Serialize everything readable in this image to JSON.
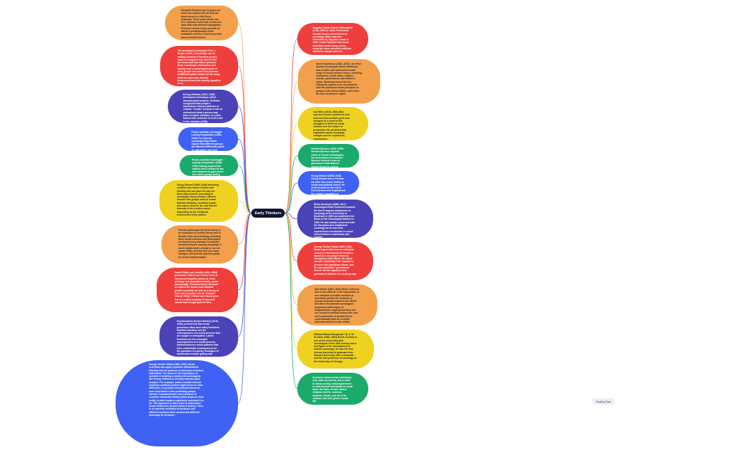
{
  "colors": {
    "orange": "#f3a04c",
    "red": "#ef3f3c",
    "indigo": "#4a43b8",
    "blue": "#3f62f5",
    "green": "#1aaa6a",
    "yellow": "#efd21f",
    "root": "#10162f",
    "floating": "#eceef3"
  },
  "root": {
    "label": "Early Thinkers"
  },
  "floating_topic": {
    "label": "Floating Topic"
  },
  "left_nodes": [
    {
      "id": "l1",
      "color": "orange",
      "text": "Elizabeth Eckford was 15 years old when she walked into her first all-black school in Little Rock, Arkansas. Three years earlier, the U.S. Supreme Court had overturned state laws that allowed segregation. Research shows it was possible to attend a predominantly white institution, and the Court found that harm persisted before."
    },
    {
      "id": "l2",
      "color": "red",
      "text": "The prominent sociologist Peter L. Berger (1929–) Knowledge can be nothing because it involves people, ways to recognize how they fit into the world and how others perceive them. Landscape, institutions and society from a sociological point of view, people see where they interact in different places based on the many different ways they classify themselves and how society classifies them."
    },
    {
      "id": "l3",
      "color": "indigo",
      "text": "Erving Goffman (1922–1982) developed a technique called dramaturgical analysis. Goffman recognized that people's interactions showed patterns of cultural \"scripts\" because it can be understood what a person may play in a given situation, he could assess how someone is to fit a role in the situation (1958)."
    },
    {
      "id": "l4",
      "color": "blue",
      "text": "Polish-Austrian sociologist Ludwig Gumplowicz (1838–1909) The German sociologist Max Weber argued that different groups are affected differently based on education, race and gender."
    },
    {
      "id": "l5",
      "color": "green",
      "text": "Polish-Austrian sociologist Ludwig Gumplowicz (1838–1909) making argued that nations were created by war and conquest to gain power over other groups (Irving 2007)."
    },
    {
      "id": "l6",
      "color": "yellow",
      "text": "Georg Simmel (1858–1918) Resolving conflicts can reduce tension and hostility and can pave the way for future agreements. According to sociologist Georg Simmel, Simmel showed that groups work to create internal solidarity, centralize power, and reduce dissent. He said that the intensity of the conflict varies depending on the emotional involvement of the parties."
    },
    {
      "id": "l7",
      "color": "orange",
      "text": "German philosopher/Critical theory is an expansion of conflict theory and is broader than just sociology, including other social sciences and philosophy. A critical theory attempts to address structural issues causing inequality; it must explain what's wrong in current social reality, identify who can make changes, and provide practical goals for social transformation."
    },
    {
      "id": "l8",
      "color": "red",
      "text": "Smart Editor non-Conflict (1911–2006) presented Critical race theory looks at structural inequality based on white privilege and associated wealth, power, and prestige. Feminist theory attempts to explain the factors that maintain gender inequality as well as a theory of how such a system can be changed (Turner 2003). Critical race theory grew out of a critical analysis of race and racism from a legal point of view."
    },
    {
      "id": "l9",
      "color": "indigo",
      "text": "Functionalism (Robert Merton) (1910–2003), pointed out that social processes often have many functions. Manifest functions are the consequences of a social process that are sought or anticipated. Latent functions are the unsought consequences of a social process. Dysfunctions are social patterns that have undesirable consequences for the operation of society. Examples of dysfunction include getting bad grades, truancy, dropping out, not graduating, and not finding suitable employment."
    },
    {
      "id": "l10",
      "color": "blue",
      "text": "George Herbert Mead (1863–1931) Social scientists who apply symbolic-interactionist thinking look for patterns of interaction between individuals. The focus on the importance of symbols in building a society led sociologists like Erving Goffman to develop dramaturgical analysis. For example, while a conflict theorist studying a political protest might focus on class difference, a symbolic interactionist would be more interested in how protesting groups interact. Constructivism is an extension of symbolic interaction theory which proposes that reality is what humans cognitively construct it to be. This approach is often used to understand what's defined as deviant within a society. There is no absolute definition of deviance, and different societies have constructed different meanings for deviance."
    }
  ],
  "right_nodes": [
    {
      "id": "r1",
      "color": "red",
      "text": "Auguste Comte French philosopher (1798–1857) In 1838, Frenchman Joseph Sieyès coined the term sociology, which was later reinvented by Auguste Comte in 1838. Comte believed that social scientists could study society using the same scientific methods utilized in natural sciences."
    },
    {
      "id": "r2",
      "color": "orange",
      "text": "Harriet Martineau (1802–1876) • the First Woman Sociologist Harriet Martineau was a writer who addressed a wide range of social science issues, including economics, social class, religion, suicide, government, and women's rights. Martineau found the free enterprise system to be inconsistent with the professed moral principles of people in the United States, and noted the lack of women's rights."
    },
    {
      "id": "r3",
      "color": "yellow",
      "text": "Karl Marx (1818–1883) Marx rejected Comte's positivism and believed that societies grew and changed as a result of the struggles of different social classes over the means of production. He predicted that capitalism would eventually collapse and be replaced by communism."
    },
    {
      "id": "r4",
      "color": "green",
      "text": "Herbert Spencer (1820–1903) Herbert Spencer rejected much of Comte's philosophy but drew ideas on evolution. Spencer formed a form of government that allowed market forces to control capitalism."
    },
    {
      "id": "r5",
      "color": "blue",
      "text": "Georg Simmel (1858–1918) Georg Simmel was a German art critic who wrote widely on social and political issues. He work focused on the micro-level theories and emphasized the relative capacities of individuals."
    },
    {
      "id": "r6",
      "color": "indigo",
      "text": "Émile Durkheim (1858–1917) Sociologist Émile Durkheim founded the first European department of sociology at the University of Bordeaux in 1895 and published his Rules of the Sociological Method in 1895. He was mainly concerned with the discipline and established sociology as its own field, experienced a breakdown in social norms between individuals and society."
    },
    {
      "id": "r7",
      "color": "red",
      "text": "George Herbert Mead (1863–1931) Mead argued that how an individual comes to view himself or herself is based to a very large extent on interactions with others. He called specific individuals that impacted a person's life significant others, and he conceptualized \"generalized others\" as the organized and generalized attitude of a social group."
    },
    {
      "id": "r8",
      "color": "orange",
      "text": "Max Weber (1864–1920) Weber believed that it was difficult, if not impossible, to use standard scientific methods to accurately predict the behavior of groups as people hoped to do. Weber and other like-minded sociologists proposed a philosophy of antipositivism, arguing that they can use research methods whose aim was not to generalize or predict but to systematically gain an in-depth understanding of social worlds."
    },
    {
      "id": "r9",
      "color": "yellow",
      "text": "William Edward Burghardt \"W. E. B.\" Du Bois (1868–1963) W.E.B. Du Bois is one of the most influential sociologists of the 20th century and a key figure in the development of modern sociology. He was the first African American to graduate from Harvard University with a doctorate, and the first professor of sociology at the University of Chicago."
    },
    {
      "id": "r10",
      "color": "green",
      "text": "Durkheim believed that individuals may make up society, but in order to study society, sociologists have to look beyond individuals to social facts: the laws, morals, values, religious beliefs, customs, fashions, rituals, and all of the cultural rules that govern social life."
    }
  ]
}
